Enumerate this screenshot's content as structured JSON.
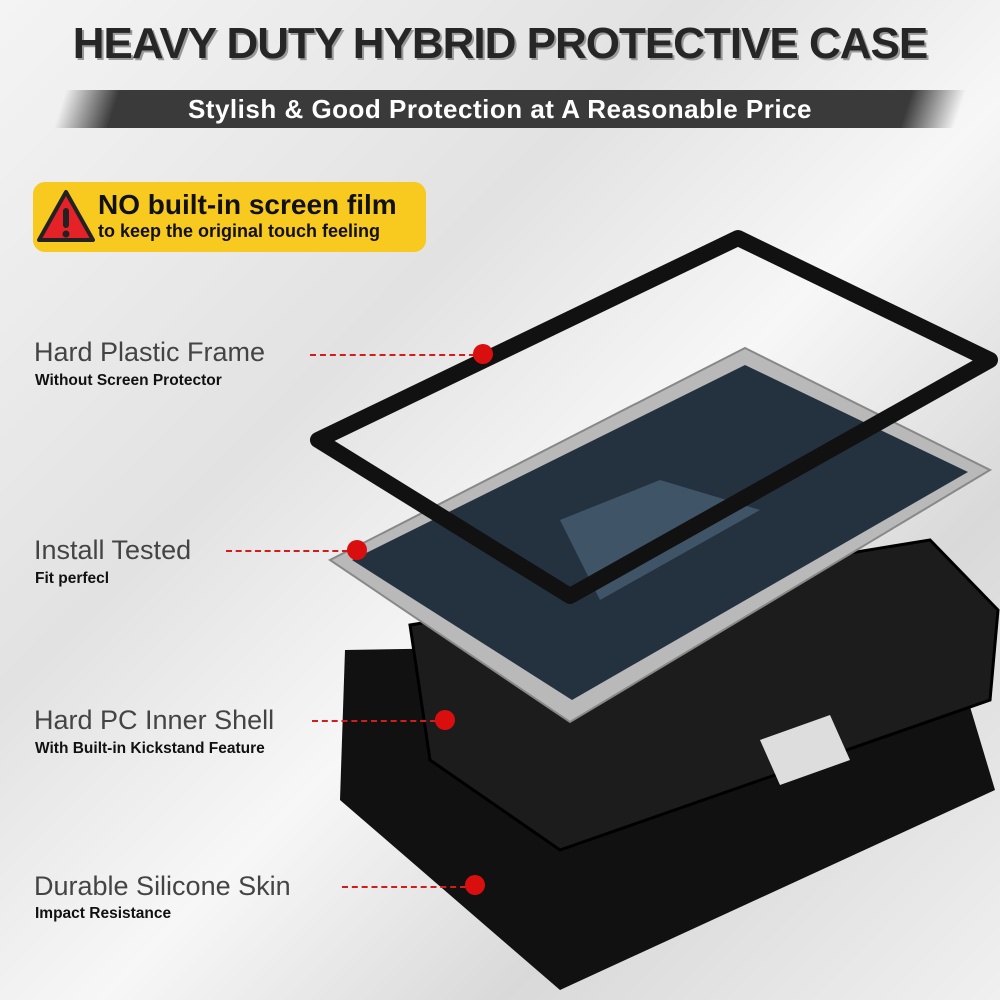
{
  "header": {
    "title": "HEAVY DUTY HYBRID PROTECTIVE CASE",
    "subtitle": "Stylish & Good Protection at A Reasonable Price"
  },
  "badge": {
    "icon": "warning-icon",
    "line1": "NO built-in screen film",
    "line2": "to keep the original touch feeling",
    "color": "#f8c91f"
  },
  "features": [
    {
      "title": "Hard Plastic Frame",
      "subtitle": "Without Screen Protector"
    },
    {
      "title": "Install Tested",
      "subtitle": "Fit perfecl"
    },
    {
      "title": "Hard PC Inner Shell",
      "subtitle": "With Built-in Kickstand Feature"
    },
    {
      "title": "Durable Silicone Skin",
      "subtitle": "Impact Resistance"
    }
  ],
  "colors": {
    "accent": "#d90f0f",
    "case": "#111111"
  }
}
